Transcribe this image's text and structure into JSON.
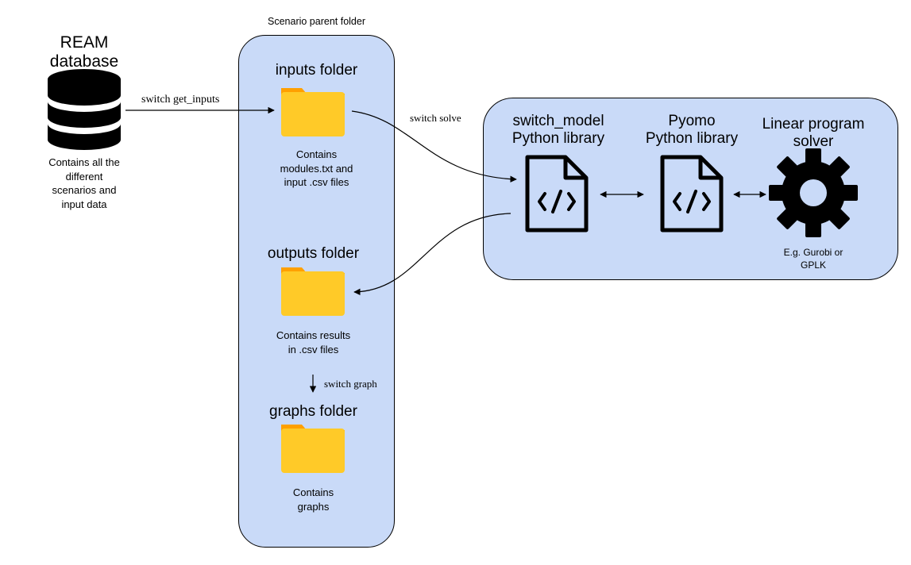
{
  "database": {
    "title": "REAM\ndatabase",
    "caption": "Contains all the\ndifferent\nscenarios and\ninput data"
  },
  "parent": {
    "label": "Scenario parent folder",
    "inputs": {
      "title": "inputs folder",
      "caption": "Contains\nmodules.txt and\ninput .csv files"
    },
    "outputs": {
      "title": "outputs folder",
      "caption": "Contains results\nin .csv files"
    },
    "graphs": {
      "title": "graphs folder",
      "caption": "Contains\ngraphs"
    }
  },
  "model": {
    "switch_model": {
      "title": "switch_model\nPython library"
    },
    "pyomo": {
      "title": "Pyomo\nPython library"
    },
    "solver": {
      "title": "Linear program\nsolver",
      "caption": "E.g. Gurobi or\nGPLK"
    }
  },
  "edges": {
    "get_inputs": "switch get_inputs",
    "solve": "switch solve",
    "graph": "switch graph"
  },
  "colors": {
    "container_fill": "#c9daf8",
    "folder_front": "#ffca28",
    "folder_back": "#ffa000"
  }
}
